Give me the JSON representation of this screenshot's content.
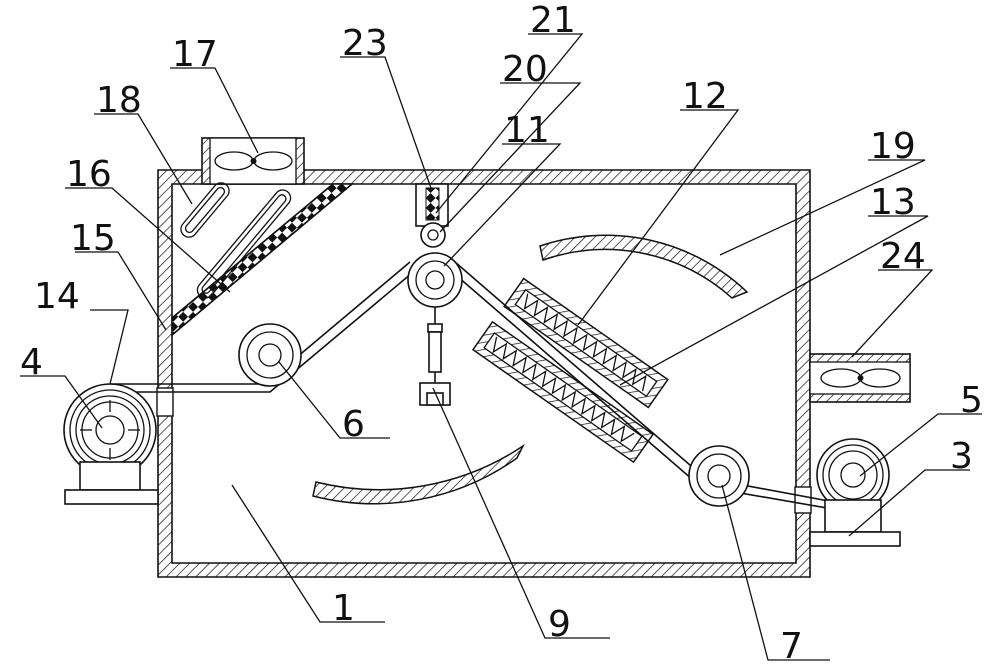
{
  "labels": {
    "l1": "1",
    "l3": "3",
    "l4": "4",
    "l5": "5",
    "l6": "6",
    "l7": "7",
    "l9": "9",
    "l11": "11",
    "l12": "12",
    "l13": "13",
    "l14": "14",
    "l15": "15",
    "l16": "16",
    "l17": "17",
    "l18": "18",
    "l19": "19",
    "l20": "20",
    "l21": "21",
    "l23": "23",
    "l24": "24"
  }
}
